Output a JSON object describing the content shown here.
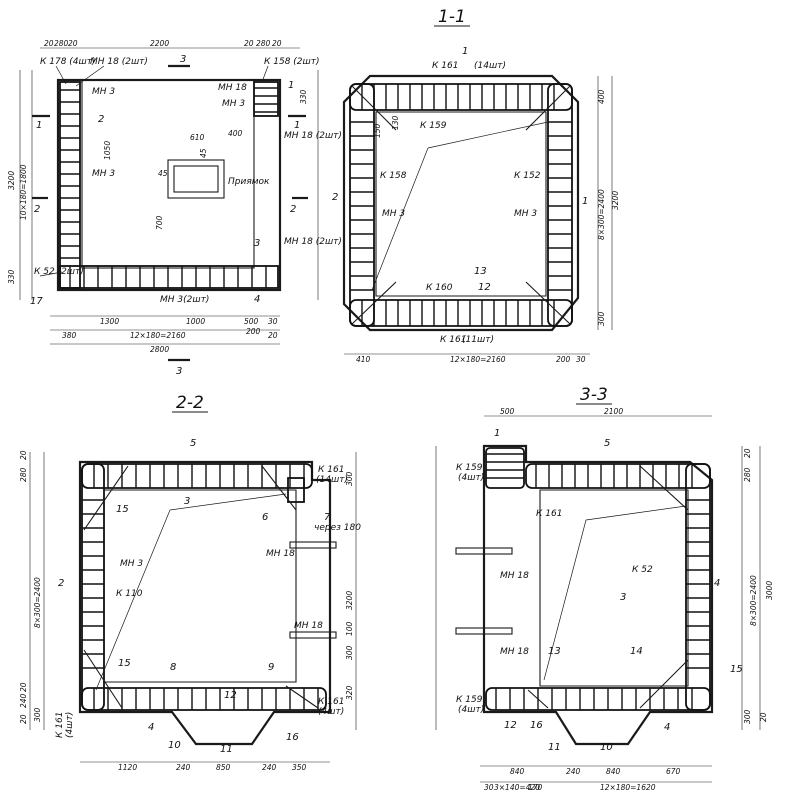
{
  "sections": {
    "s11": "1-1",
    "s22": "2-2",
    "s33": "3-3",
    "cut1": "1",
    "cut2": "2",
    "cut3": "3"
  },
  "plan": {
    "dims_top": [
      "20",
      "280",
      "20",
      "2200",
      "20",
      "280",
      "20"
    ],
    "dims_bottom_1": [
      "380",
      "12×180=2160",
      "20"
    ],
    "dims_bottom_2": "2800",
    "dims_bottom_3": [
      "1300",
      "1000",
      "500",
      "200",
      "30"
    ],
    "dims_left": [
      "330",
      "10×180=1800",
      "3200"
    ],
    "dims_inner": [
      "610",
      "700",
      "45",
      "45",
      "400",
      "330",
      "1050"
    ],
    "labels": [
      "К 178 (4шт)",
      "МН 18 (2шт)",
      "МН 3",
      "МН 18",
      "МН 3",
      "К 158 (2шт)",
      "МН 18 (2шт)",
      "МН 3",
      "МН 18 (2шт)",
      "К 52 (2шт)",
      "МН 3(2шт)",
      "Приямок"
    ],
    "marks": [
      "1",
      "2",
      "3",
      "4",
      "17"
    ]
  },
  "sec11": {
    "labels": [
      "К 161",
      "(14шт)",
      "К 159",
      "К 158",
      "К 152",
      "МН 3",
      "МН 3",
      "К 160",
      "К 161",
      "(11шт)",
      "13",
      "12"
    ],
    "dims": [
      "400",
      "8×300=2400",
      "300",
      "3200",
      "410",
      "12×180=2160",
      "200",
      "30",
      "150",
      "130"
    ],
    "marks": [
      "1",
      "2"
    ]
  },
  "sec22": {
    "labels": [
      "К 161",
      "(14шт)",
      "МН 3",
      "К 110",
      "МН 18",
      "МН 18",
      "К 161",
      "(4шт)",
      "К 161",
      "(4шт)",
      "через 180"
    ],
    "dims": [
      "20",
      "280",
      "8×300=2400",
      "20",
      "240",
      "300",
      "20",
      "300",
      "3200",
      "320",
      "1120",
      "240",
      "850",
      "240",
      "350",
      "100",
      "300"
    ],
    "marks": [
      "5",
      "3",
      "15",
      "2",
      "6",
      "7",
      "8",
      "9",
      "12",
      "15",
      "4",
      "10",
      "11",
      "16"
    ]
  },
  "sec33": {
    "labels": [
      "К 159",
      "(4шт)",
      "К 161",
      "МН 18",
      "К 52",
      "МН 18",
      "К 159",
      "(4шт)"
    ],
    "dims": [
      "500",
      "2100",
      "20",
      "280",
      "8×300=2400",
      "3000",
      "300",
      "20",
      "30",
      "3×140=420",
      "170",
      "840",
      "240",
      "840",
      "670",
      "12×180=1620"
    ],
    "marks": [
      "1",
      "5",
      "4",
      "3",
      "13",
      "14",
      "15",
      "12",
      "16",
      "11",
      "10",
      "4"
    ]
  }
}
